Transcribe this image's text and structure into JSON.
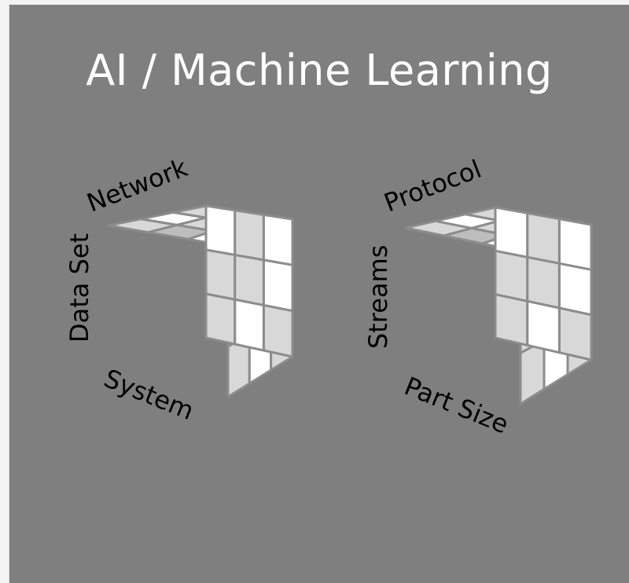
{
  "title": "AI / Machine Learning",
  "cubes": [
    {
      "top_label": "Network",
      "side_label": "Data Set",
      "bottom_label": "System"
    },
    {
      "top_label": "Protocol",
      "side_label": "Streams",
      "bottom_label": "Part Size"
    }
  ],
  "colors": {
    "background": "#7f7f7f",
    "title": "#ffffff",
    "labels": "#000000",
    "cube_grid": "#8c8c8c",
    "tile_light": "#d8d8d8",
    "tile_mid": "#bdbdbd",
    "tile_white": "#ffffff"
  }
}
